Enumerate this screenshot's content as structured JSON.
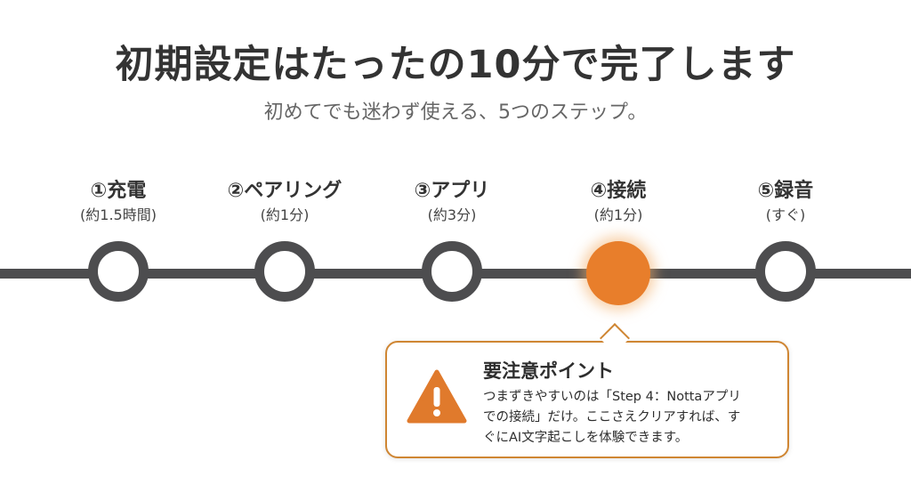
{
  "header": {
    "title": "初期設定はたったの10分で完了します",
    "subtitle": "初めてでも迷わず使える、5つのステップ。"
  },
  "steps": [
    {
      "label": "①充電",
      "time": "(約1.5時間)"
    },
    {
      "label": "②ペアリング",
      "time": "(約1分)"
    },
    {
      "label": "③アプリ",
      "time": "(約3分)"
    },
    {
      "label": "④接続",
      "time": "(約1分)"
    },
    {
      "label": "⑤録音",
      "time": "(すぐ)"
    }
  ],
  "active_step": 4,
  "callout": {
    "icon": "warning-icon",
    "title": "要注意ポイント",
    "lines": [
      "つまずきやすいのは「Step 4：Nottaアプリ",
      "での接続」だけ。ここさえクリアすれば、す",
      "ぐにAI文字起こしを体験できます。"
    ]
  },
  "colors": {
    "accent": "#e87e2b",
    "line": "#4d4d4f",
    "callout_border": "#cf8633",
    "warning": "#e07a2c"
  }
}
